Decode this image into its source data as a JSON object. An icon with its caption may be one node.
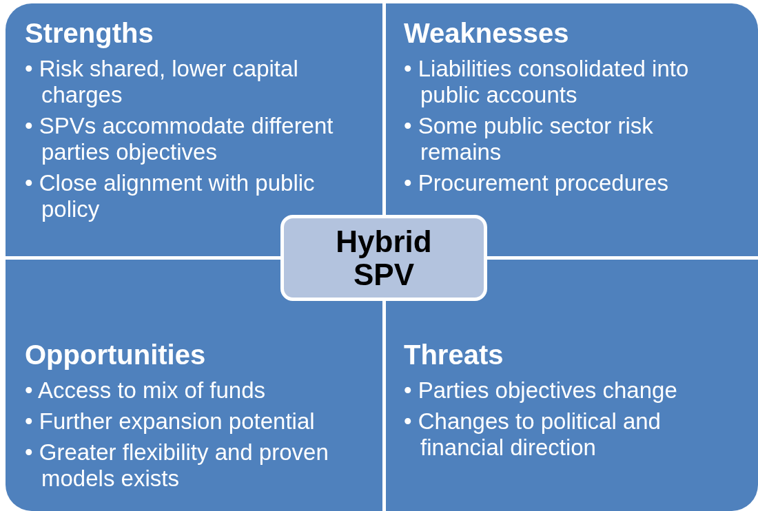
{
  "diagram": {
    "nodes": [
      {
        "text": [
          "Strengths",
          "• Risk shared, lower capital charges",
          "• SPVs accommodate different parties objectives",
          "• Close alignment with public policy"
        ]
      },
      {
        "text": [
          "Weaknesses",
          "• Liabilities consolidated into public accounts",
          "• Some public sector risk remains",
          "• Procurement procedures"
        ]
      },
      {
        "text": [
          "Opportunities",
          "• Access to mix of funds",
          "• Further expansion potential",
          "• Greater flexibility and proven models exists"
        ]
      },
      {
        "text": [
          "Threats",
          "• Parties objectives change",
          "• Changes to political and financial direction"
        ]
      },
      {
        "text": [
          "Hybrid SPV"
        ]
      }
    ],
    "edges": []
  }
}
